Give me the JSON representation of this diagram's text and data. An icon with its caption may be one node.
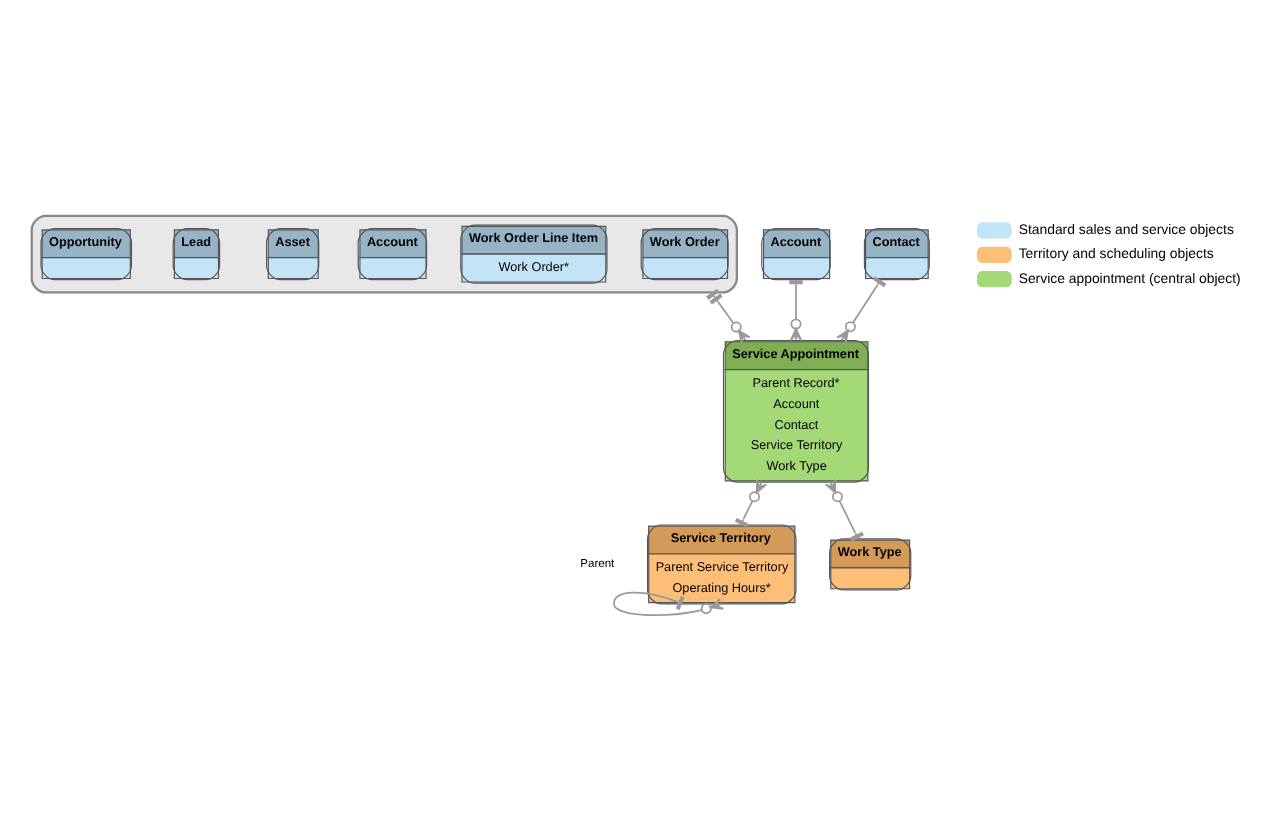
{
  "diagram": {
    "nodes": [
      {
        "text": [],
        "shape": "box"
      },
      {
        "text": [
          "Work Order"
        ],
        "in": 0
      },
      {
        "text": [
          "Work Order Line Item",
          "Work Order*"
        ],
        "in": 0
      },
      {
        "text": [
          "Account"
        ],
        "in": 0
      },
      {
        "text": [
          "Asset"
        ],
        "in": 0
      },
      {
        "text": [
          "Lead"
        ],
        "in": 0
      },
      {
        "text": [
          "Opportunity"
        ],
        "in": 0
      },
      {
        "text": [
          "Account"
        ]
      },
      {
        "text": [
          "Contact"
        ]
      },
      {
        "text": [
          "Service Appointment",
          "Parent Record*",
          "Account",
          "Contact",
          "Service Territory",
          "Work Type"
        ]
      },
      {
        "text": [
          "Service Territory",
          "Parent Service Territory",
          "Operating Hours*"
        ]
      },
      {
        "text": [
          "Work Type"
        ]
      }
    ],
    "edges": [
      {
        "from": 7,
        "to": 9,
        "arrow": "other"
      },
      {
        "from": 8,
        "to": 9,
        "arrow": "other"
      },
      {
        "from": 0,
        "to": 9,
        "arrow": "other"
      },
      {
        "from": 9,
        "to": 10,
        "arrow": "other"
      },
      {
        "from": 9,
        "to": 11,
        "arrow": "other"
      },
      {
        "from": 10,
        "to": 10,
        "label": "Parent",
        "arrow": "other"
      }
    ],
    "legend": [
      {
        "text": "Standard sales and service objects",
        "color": "#c3e4f7"
      },
      {
        "text": "Territory and scheduling objects",
        "color": "#fdbf78"
      },
      {
        "text": "Service appointment (central object)",
        "color": "#a3d977"
      }
    ]
  }
}
